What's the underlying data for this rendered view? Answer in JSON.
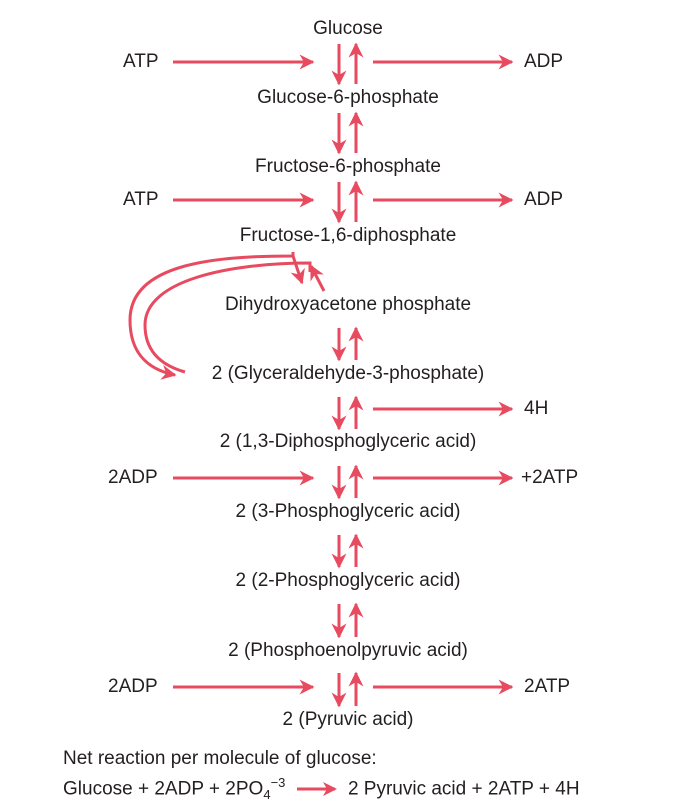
{
  "diagram": {
    "title": "Glycolysis pathway",
    "arrow_color": "#e84a5f",
    "text_color": "#231f20",
    "steps": [
      "Glucose",
      "Glucose-6-phosphate",
      "Fructose-6-phosphate",
      "Fructose-1,6-diphosphate",
      "Dihydroxyacetone phosphate",
      "2 (Glyceraldehyde-3-phosphate)",
      "2 (1,3-Diphosphoglyceric acid)",
      "2 (3-Phosphoglyceric acid)",
      "2 (2-Phosphoglyceric acid)",
      "2 (Phosphoenolpyruvic acid)",
      "2 (Pyruvic acid)"
    ],
    "side_reactions": [
      {
        "input": "ATP",
        "output": "ADP"
      },
      {
        "input": "ATP",
        "output": "ADP"
      },
      {
        "input": "",
        "output": "4H"
      },
      {
        "input": "2ADP",
        "output": "+2ATP"
      },
      {
        "input": "2ADP",
        "output": "2ATP"
      }
    ],
    "net_reaction": {
      "heading": "Net reaction per molecule of glucose:",
      "lhs_a": "Glucose + 2ADP + 2PO",
      "lhs_sub": "4",
      "lhs_sup": "−3",
      "rhs": "2 Pyruvic acid + 2ATP + 4H"
    }
  }
}
